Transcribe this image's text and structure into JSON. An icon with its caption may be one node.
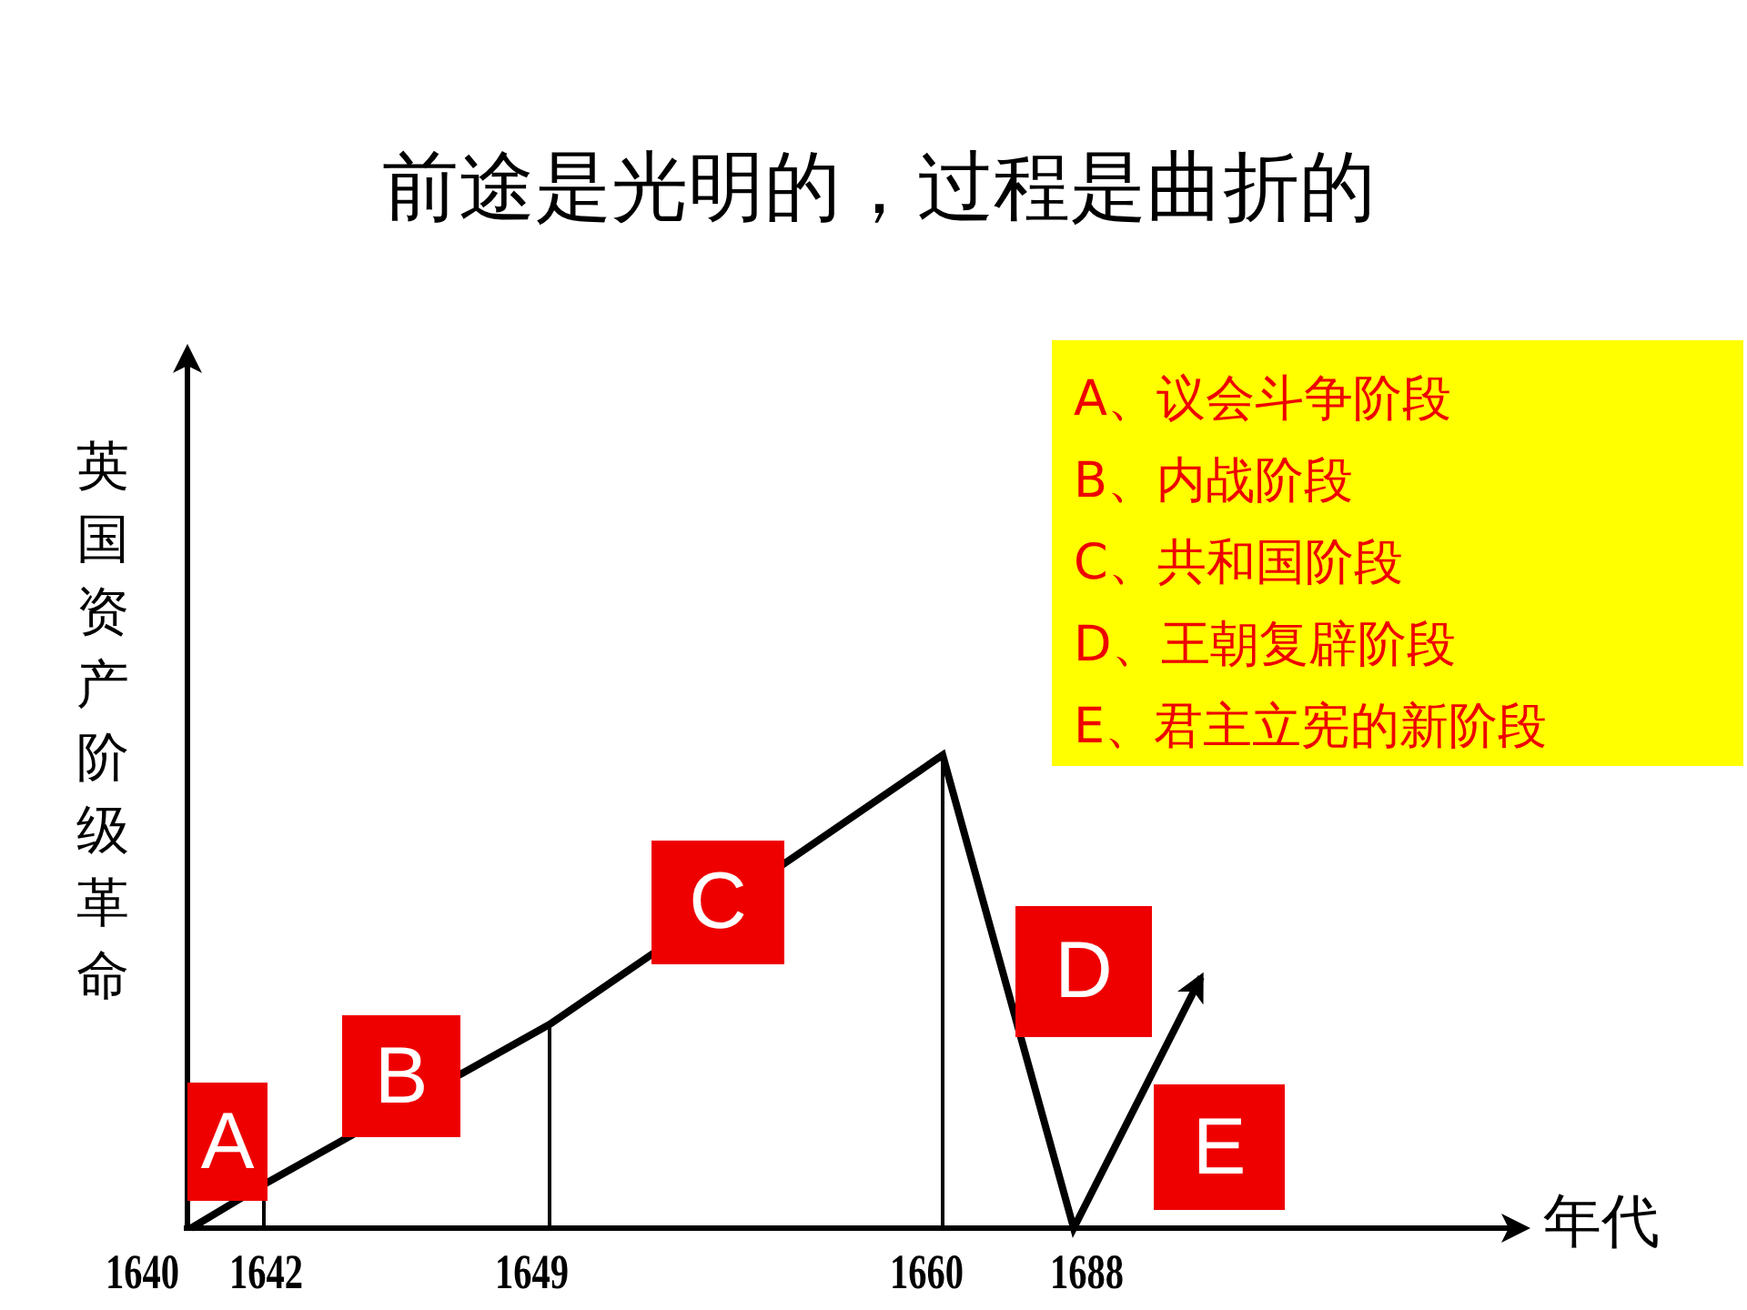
{
  "diagram": {
    "title": "前途是光明的，过程是曲折的",
    "nodes": [
      {
        "text": [
          "A、议会斗争阶段",
          "B、内战阶段",
          "C、共和国阶段",
          "D、王朝复辟阶段",
          "E、君主立宪的新阶段"
        ]
      }
    ],
    "edges": [],
    "labels": [
      "英国资产阶级革命",
      "C",
      "D",
      "A",
      "B",
      "E",
      "年代",
      "1640",
      "1642",
      "1649",
      "1660",
      "1688"
    ]
  }
}
